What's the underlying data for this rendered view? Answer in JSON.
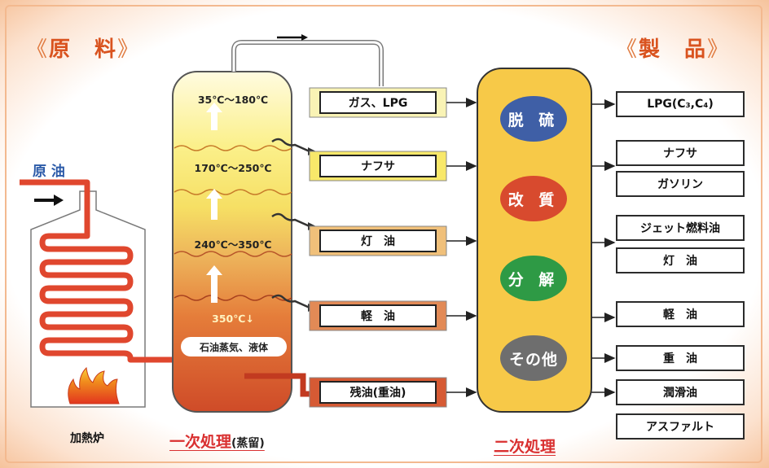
{
  "headings": {
    "raw_material": "原　料",
    "products": "製　品",
    "bracket_open": "《",
    "bracket_close": "》"
  },
  "furnace": {
    "crude_label": "原 油",
    "furnace_label": "加熱炉"
  },
  "tower": {
    "temps": [
      "35℃〜180℃",
      "170℃〜250℃",
      "240℃〜350℃",
      "350℃↓"
    ],
    "vapor_label": "石油蒸気、液体",
    "caption_main": "一次処理",
    "caption_sub": "(蒸留)"
  },
  "fractions": [
    "ガス、LPG",
    "ナフサ",
    "灯　油",
    "軽　油",
    "残油(重油)"
  ],
  "secondary": {
    "processes": [
      {
        "label": "脱 硫",
        "color": "#3f5fa6"
      },
      {
        "label": "改 質",
        "color": "#d84a2e"
      },
      {
        "label": "分 解",
        "color": "#2e9a45"
      },
      {
        "label": "その他",
        "color": "#6e6e6e"
      }
    ],
    "caption": "二次処理"
  },
  "products": [
    "LPG(C₃,C₄)",
    "ナフサ",
    "ガソリン",
    "ジェット燃料油",
    "灯　油",
    "軽　油",
    "重　油",
    "潤滑油",
    "アスファルト"
  ],
  "colors": {
    "accent_red": "#d93030",
    "heading_orange": "#d9531f",
    "pipe_red": "#e0472e",
    "secondary_fill": "#f7c948"
  }
}
